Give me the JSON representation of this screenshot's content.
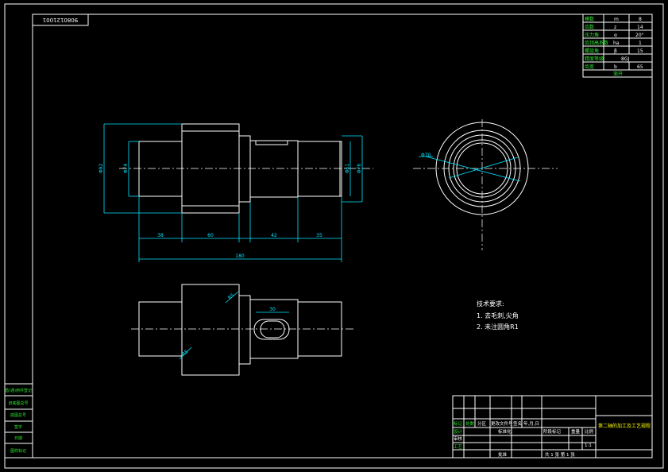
{
  "drawing_no": "9080121001",
  "params": {
    "rows": [
      [
        "模数",
        "m",
        "8"
      ],
      [
        "齿数",
        "z",
        "14"
      ],
      [
        "压力角",
        "α",
        "20°"
      ],
      [
        "齿顶高系数",
        "ha",
        "1"
      ],
      [
        "螺旋角",
        "β",
        "15"
      ],
      [
        "精度等级",
        "",
        "8GJ"
      ],
      [
        "齿宽",
        "b",
        "65"
      ]
    ],
    "footer": "渐开"
  },
  "dimensions": {
    "d_left": "Φ92",
    "d_mid": "Φ74",
    "d_r1": "Φ61",
    "d_r2": "Φ76",
    "len_1": "38",
    "len_2": "60",
    "len_3": "42",
    "len_4": "35",
    "total": "180",
    "side_d": "Φ70",
    "key_w": "30",
    "r1": "R5",
    "r2": "R5"
  },
  "notes": {
    "title": "技术要求:",
    "line1": "1. 去毛刺,尖角",
    "line2": "2. 未注圆角R1"
  },
  "title_block": {
    "part_name": "第二轴的加工及工艺规程",
    "h_mark": "标记",
    "h_qty": "处数",
    "h_zone": "分区",
    "h_doc": "更改文件号",
    "h_sign": "签名",
    "h_date": "年,月,日",
    "design": "设计",
    "std": "标准化",
    "check": "审核",
    "craft": "工艺",
    "approve": "批准",
    "stage": "阶段标记",
    "weight": "重量",
    "scale": "比例",
    "scale_val": "1:1",
    "sheet": "共 1 张  第 1 张"
  },
  "sidebar": {
    "items": [
      "借(通)用件登记",
      "旧底图总号",
      "底图总号",
      "签字",
      "日期",
      "图样标记"
    ]
  }
}
